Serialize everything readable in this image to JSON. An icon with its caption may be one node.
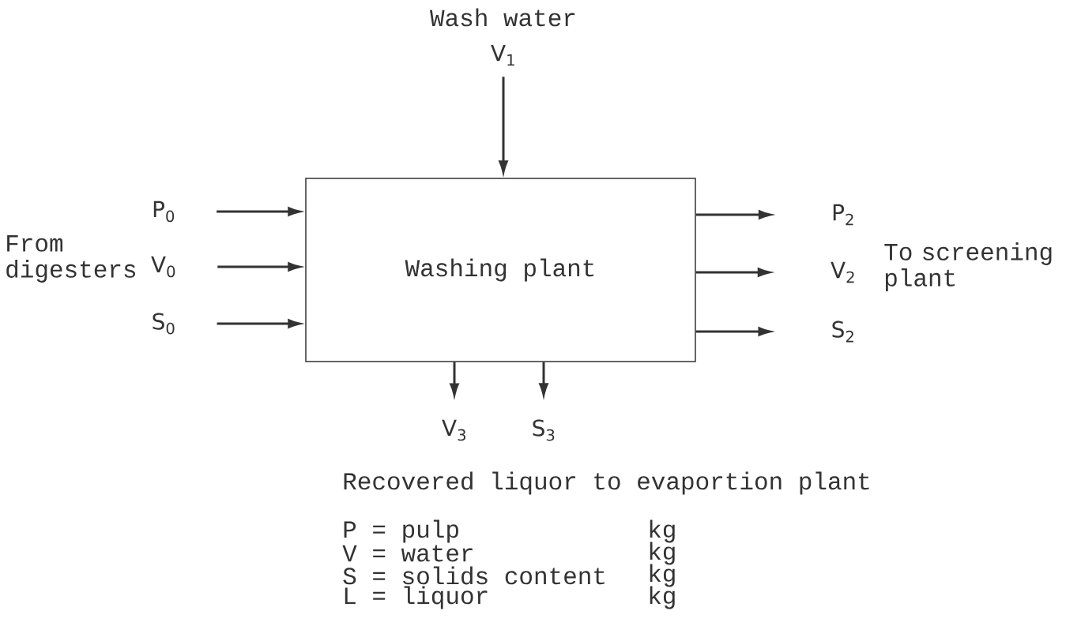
{
  "diagram": {
    "nodes": [
      {
        "text": [
          "V$_{1}$"
        ],
        "beside": [
          "Wash water"
        ]
      },
      {
        "text": [
          "P$_{0}$"
        ]
      },
      {
        "text": [
          "V$_{0}$"
        ]
      },
      {
        "text": [
          "S$_{0}$"
        ]
      },
      {
        "text": [
          "Washing plant"
        ]
      },
      {
        "text": [
          "P$_{2}$"
        ]
      },
      {
        "text": [
          "V$_{2}$"
        ]
      },
      {
        "text": [
          "S$_{2}$"
        ]
      },
      {
        "text": [
          "V$_{3}$"
        ]
      },
      {
        "text": [
          "S$_{3}$"
        ]
      }
    ],
    "edges": [
      {
        "from": 0,
        "to": 4,
        "arrow": "to"
      },
      {
        "from": 1,
        "to": 4,
        "arrow": "to"
      },
      {
        "from": 2,
        "to": 4,
        "arrow": "to"
      },
      {
        "from": 3,
        "to": 4,
        "arrow": "to"
      },
      {
        "from": 4,
        "to": 5,
        "arrow": "to"
      },
      {
        "from": 4,
        "to": 6,
        "arrow": "to"
      },
      {
        "from": 4,
        "to": 7,
        "arrow": "to"
      },
      {
        "from": 4,
        "to": 8,
        "arrow": "to"
      },
      {
        "from": 4,
        "to": 9,
        "arrow": "to"
      }
    ],
    "labels": [
      "From digesters",
      "To screening plant",
      "Recovered liquor to evaportion plant",
      "P = pulp",
      "kg",
      "V = water",
      "kg",
      "S = solids content",
      "kg",
      "L = liquor",
      "kg"
    ]
  }
}
